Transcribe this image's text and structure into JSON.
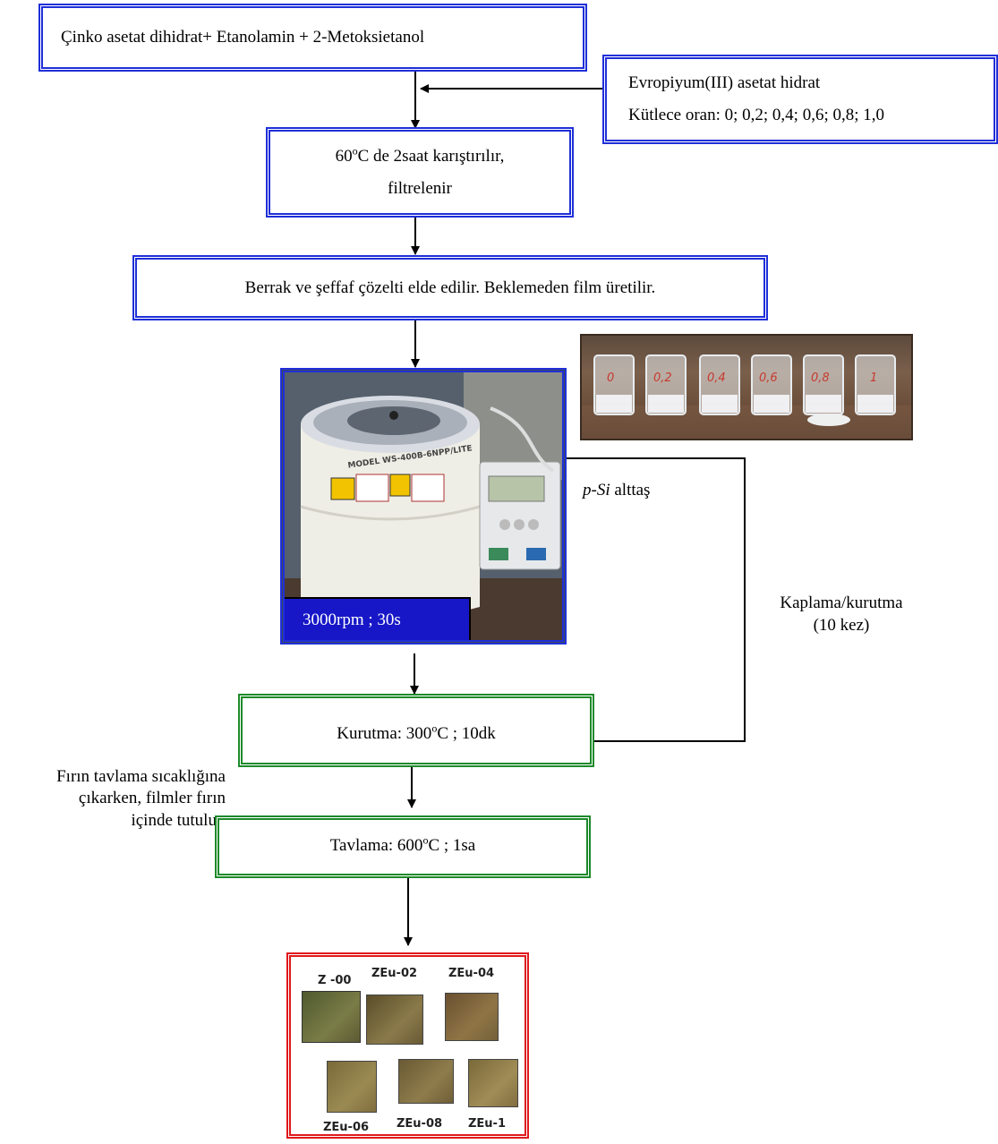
{
  "boxes": {
    "start": "Çinko asetat dihidrat+ Etanolamin + 2-Metoksietanol",
    "additive_line1": "Evropiyum(III) asetat hidrat",
    "additive_line2": "Kütlece oran: 0; 0,2; 0,4; 0,6; 0,8; 1,0",
    "stir_line1_pre": "60",
    "stir_line1_sup": "o",
    "stir_line1_post": "C de 2saat karıştırılır,",
    "stir_line2": "filtrelenir",
    "solution": "Berrak ve şeffaf çözelti elde edilir. Beklemeden film üretilir.",
    "drying_pre": "Kurutma: 300",
    "drying_sup": "o",
    "drying_post": "C ; 10dk",
    "annealing_pre": "Tavlama: 600",
    "annealing_sup": "o",
    "annealing_post": "C ; 1sa"
  },
  "labels": {
    "substrate_italic": "p-Si",
    "substrate_rest": " alttaş",
    "loop_line1": "Kaplama/kurutma",
    "loop_line2": "(10 kez)",
    "furnace_note_line1": "Fırın tavlama sıcaklığına",
    "furnace_note_line2": "çıkarken, filmler fırın",
    "furnace_note_line3": "içinde tutulur."
  },
  "spin_coater": {
    "model_text": "MODEL WS-400B-6NPP/LITE",
    "speed_label": "3000rpm ; 30s"
  },
  "beakers": [
    "0",
    "0,2",
    "0,4",
    "0,6",
    "0,8",
    "1"
  ],
  "samples": [
    {
      "label": "Z -00"
    },
    {
      "label": "ZEu-02"
    },
    {
      "label": "ZEu-04"
    },
    {
      "label": "ZEu-06"
    },
    {
      "label": "ZEu-08"
    },
    {
      "label": "ZEu-1"
    }
  ],
  "colors": {
    "blue_border": "#1f2fd8",
    "green_border": "#1d8a2a",
    "red_border": "#e0191c",
    "speed_label_bg": "#1717c8"
  }
}
